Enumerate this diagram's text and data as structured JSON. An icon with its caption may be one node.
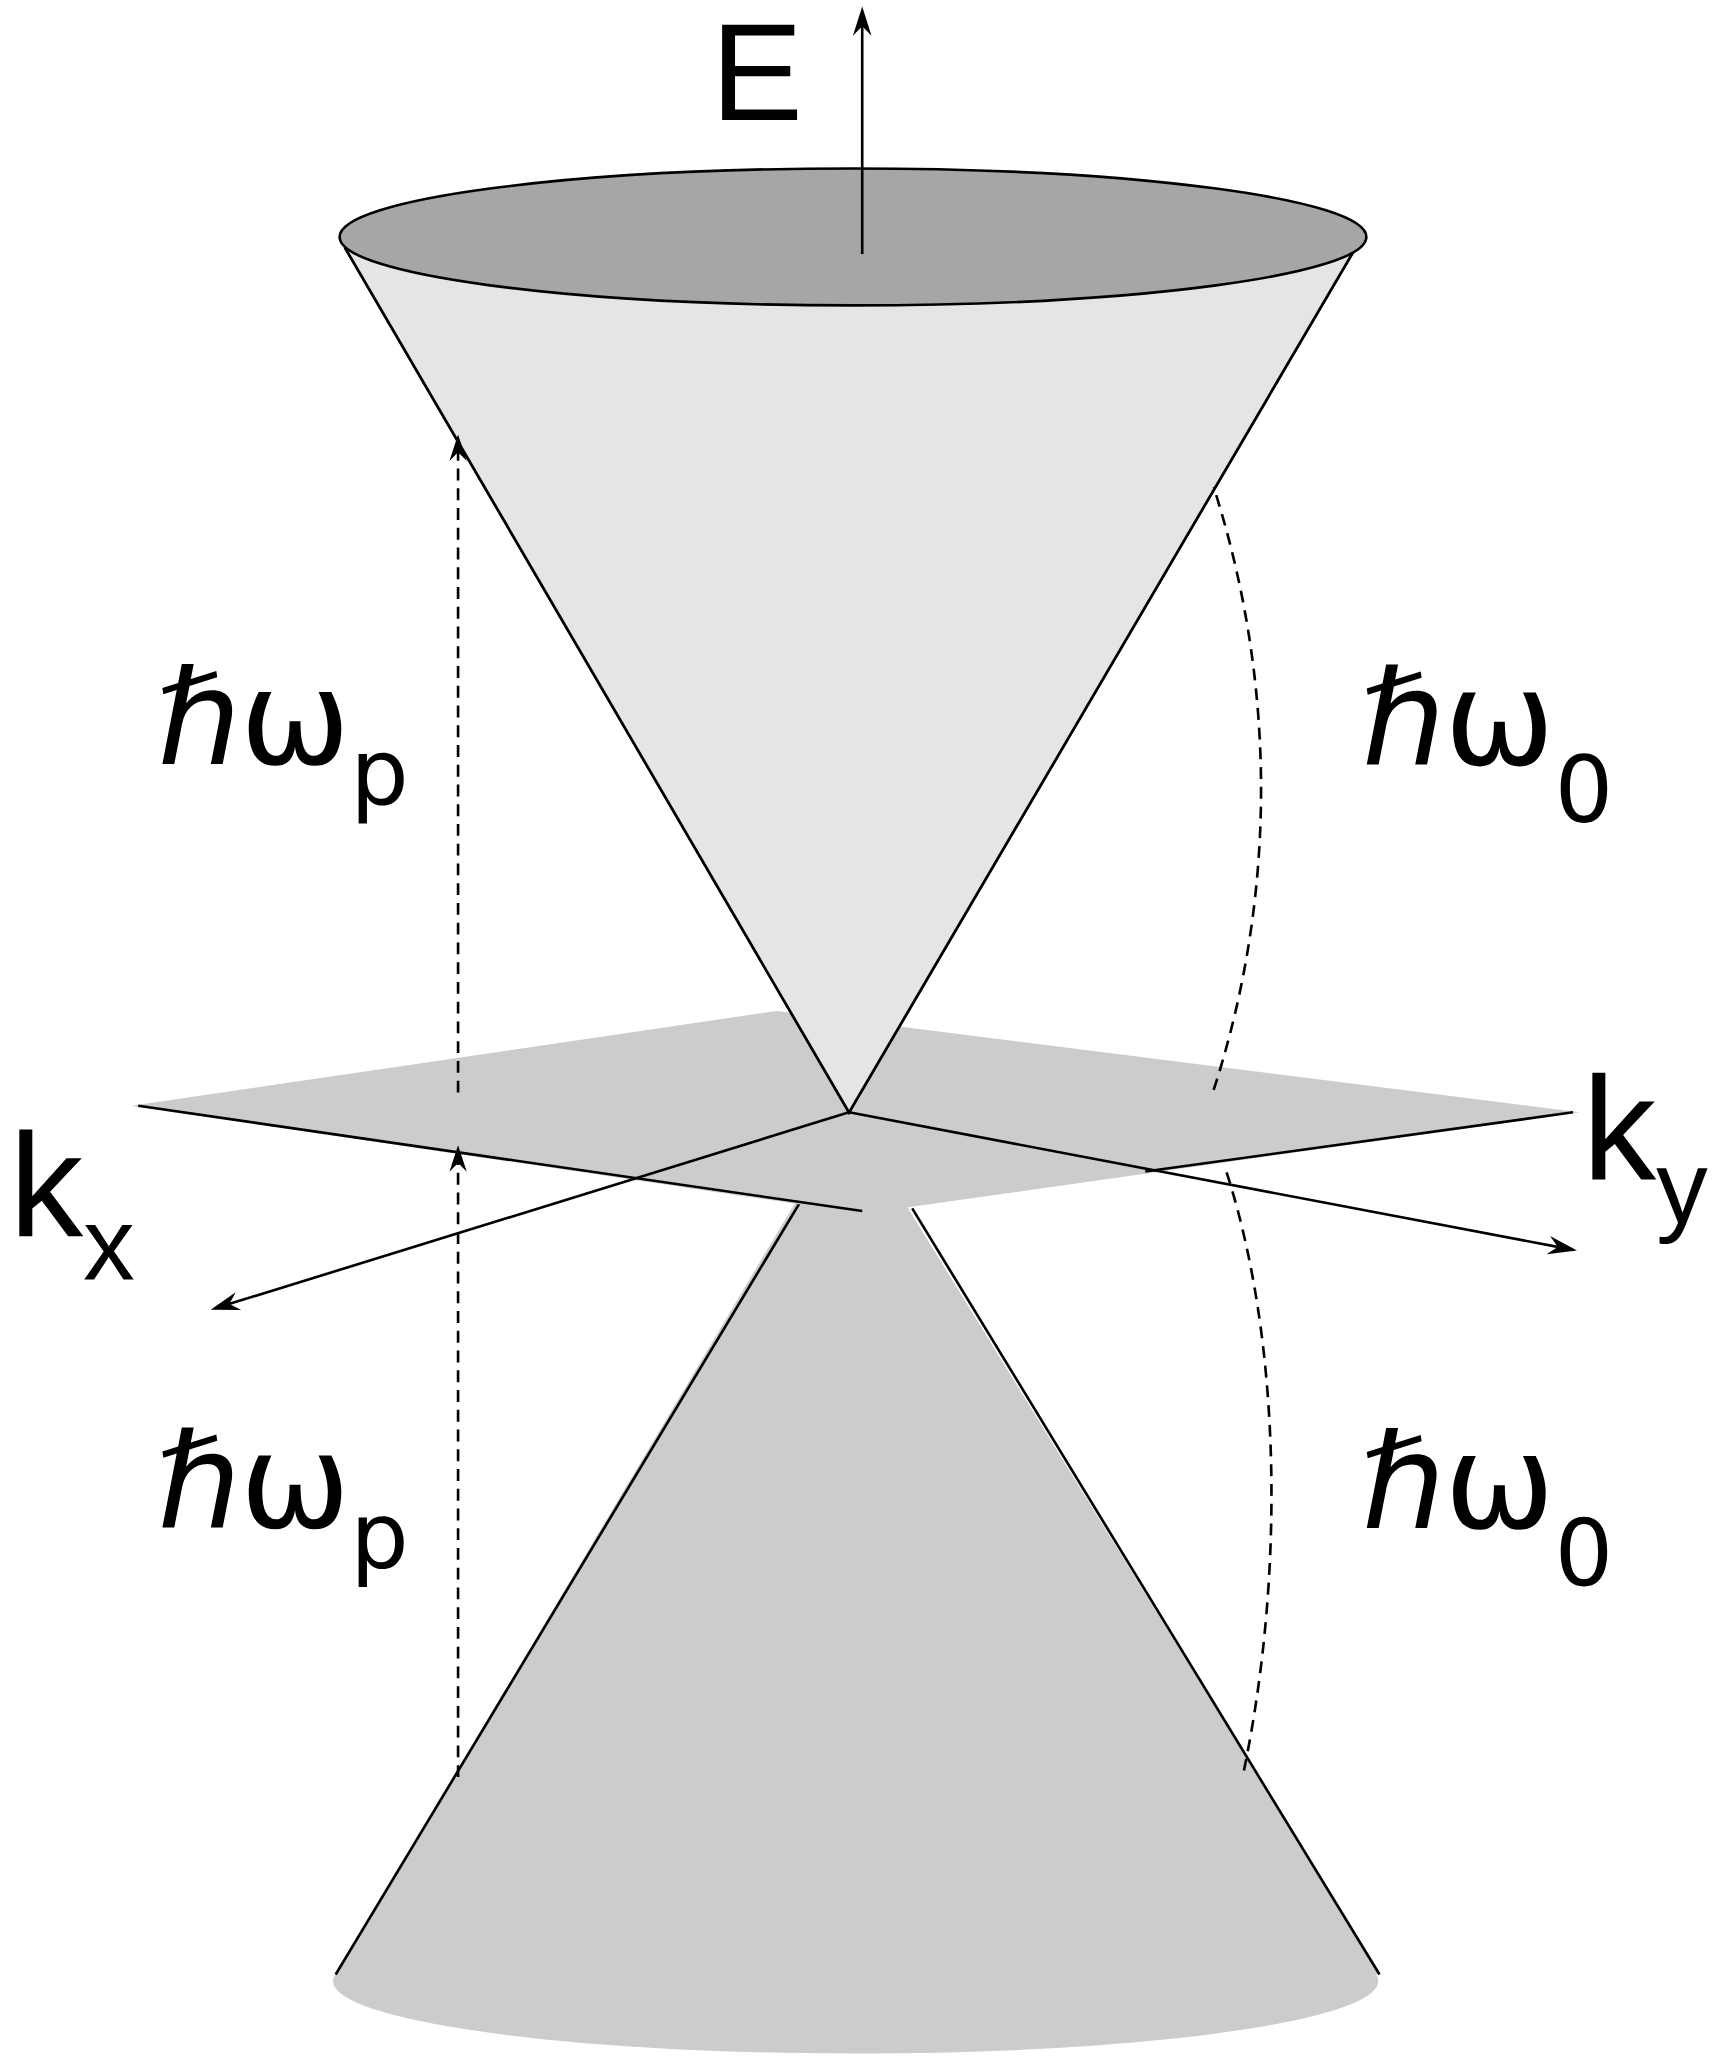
{
  "diagram": {
    "labels": [
      "E",
      "k$_{x}$",
      "k$_{y}$",
      "ℏω$_{p}$",
      "ℏω$_{0}$",
      "ℏω$_{p}$",
      "ℏω$_{0}$"
    ]
  }
}
